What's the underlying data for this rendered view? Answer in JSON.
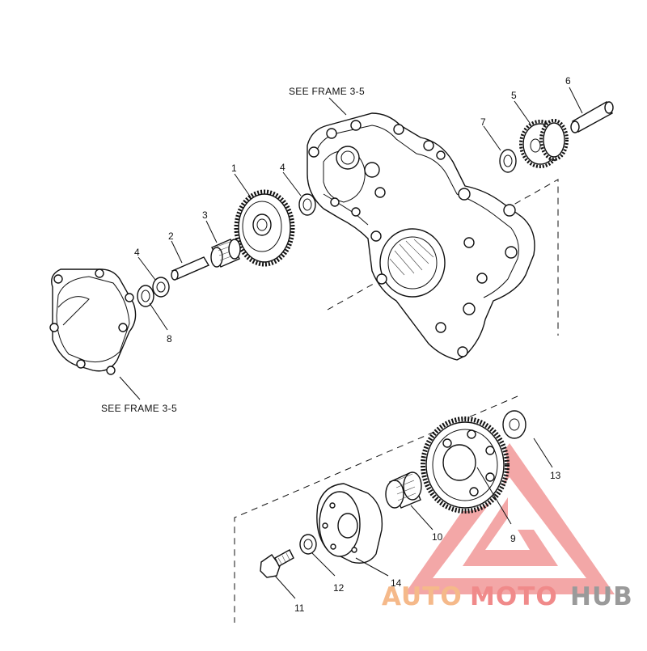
{
  "frame_labels": {
    "top": "SEE FRAME 3-5",
    "left": "SEE FRAME 3-5"
  },
  "callouts": [
    "1",
    "2",
    "3",
    "4",
    "4",
    "5",
    "6",
    "7",
    "8",
    "9",
    "10",
    "11",
    "12",
    "13",
    "14"
  ],
  "watermark": {
    "part1": "AUTO",
    "part2": "MOTO",
    "part3": "HUB",
    "colors": {
      "auto": "#f5b98a",
      "moto": "#f08a8a",
      "hub": "#9a9a9a",
      "logo": "#f08a8a"
    }
  }
}
